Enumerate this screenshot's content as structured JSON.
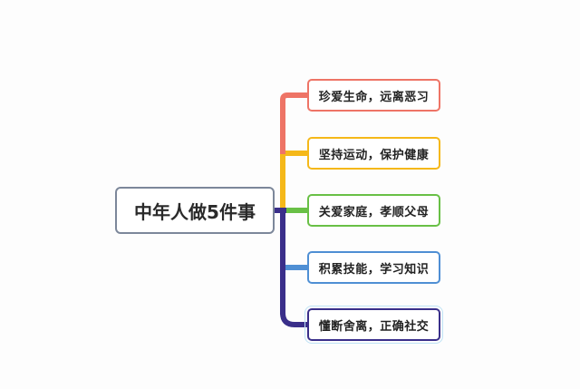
{
  "root": {
    "label": "中年人做5件事"
  },
  "branches": [
    {
      "label": "珍爱生命，远离恶习",
      "color": "#ee7466"
    },
    {
      "label": "坚持运动，保护健康",
      "color": "#f5b819"
    },
    {
      "label": "关爱家庭，孝顺父母",
      "color": "#69c046"
    },
    {
      "label": "积累技能，学习知识",
      "color": "#4f8fd4"
    },
    {
      "label": "懂断舍离，正确社交",
      "color": "#3a2f8a"
    }
  ],
  "colors": {
    "root_border": "#7c879a"
  }
}
